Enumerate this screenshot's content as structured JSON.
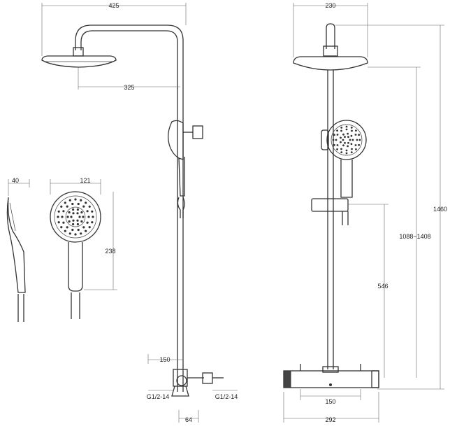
{
  "dimensions": {
    "side_total_width": "425",
    "side_arm_reach": "325",
    "hand_thickness": "40",
    "hand_head_width": "121",
    "hand_length": "238",
    "mixer_connection_height": "150",
    "thread_left": "G1/2-14",
    "thread_right": "G1/2-14",
    "side_depth": "64",
    "front_head_width": "230",
    "front_total_height": "1460",
    "front_adjustable_height": "1088~1408",
    "front_holder_height": "546",
    "front_inlet_spacing": "150",
    "front_mixer_width": "292"
  }
}
